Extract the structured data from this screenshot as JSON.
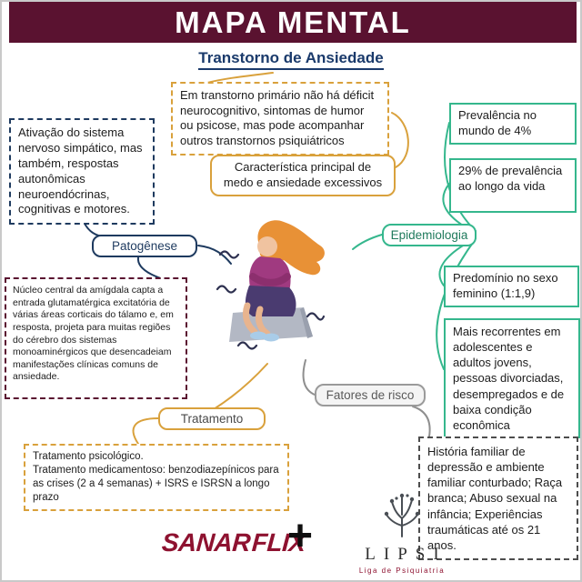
{
  "header": {
    "title": "MAPA MENTAL"
  },
  "subtitle": "Transtorno de Ansiedade",
  "center": {
    "primary_note": "Em transtorno primário não há déficit neurocognitivo, sintomas de humor ou psicose, mas pode acompanhar outros transtornos psiquiátricos",
    "main_characteristic": "Característica principal de medo e ansiedade excessivos"
  },
  "pathogenesis": {
    "label": "Patogênese",
    "activation_note": "Ativação do sistema nervoso simpático, mas também, respostas autonômicas neuroendócrinas, cognitivas e motores.",
    "amygdala_note": "Núcleo central da amígdala capta a entrada glutamatérgica excitatória de várias áreas corticais do tálamo e, em resposta, projeta para muitas regiões do cérebro dos sistemas monoaminérgicos que desencadeiam manifestações clínicas comuns de ansiedade."
  },
  "epidemiology": {
    "label": "Epidemiologia",
    "world_prevalence": "Prevalência no mundo de 4%",
    "lifetime_prevalence": "29% de prevalência ao longo da vida",
    "sex_predominance": "Predomínio no sexo feminino (1:1,9)",
    "risk_groups": "Mais recorrentes em adolescentes e adultos jovens, pessoas divorciadas, desempregados e de baixa condição econômica"
  },
  "risk_factors": {
    "label": "Fatores de risco",
    "note": "História familiar de depressão e ambiente familiar conturbado; Raça branca; Abuso sexual na infância; Experiências traumáticas até os 21 anos."
  },
  "treatment": {
    "label": "Tratamento",
    "psychological": "Tratamento psicológico.",
    "pharmacological": "Tratamento medicamentoso: benzodiazepínicos para as crises (2 a 4 semanas) + ISRS e ISRSN a longo prazo"
  },
  "footer": {
    "sanar": "SANAR",
    "flix": "FLIX",
    "plus": "+",
    "lipsi": "LIPSI",
    "lipsi_subtitle": "Liga de Psiquiatria"
  },
  "colors": {
    "banner_maroon": "#5a1230",
    "title_navy": "#1a3a6b",
    "accent_orange": "#d9a13c",
    "accent_green": "#35b78d",
    "accent_blue": "#1e3a5f",
    "accent_gray": "#8f8f8f",
    "logo_red": "#8e1230"
  }
}
